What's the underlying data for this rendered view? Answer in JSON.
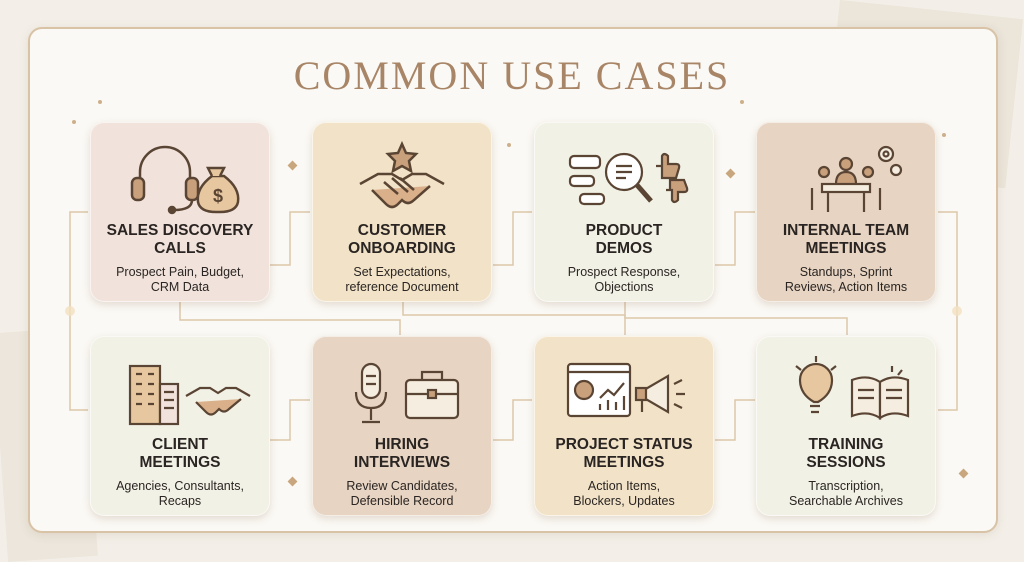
{
  "title": "COMMON USE CASES",
  "colors": {
    "accent": "#a88566",
    "border": "#d9c3a6",
    "card_pink": "#f1e3dc",
    "card_tan": "#f2e3c8",
    "card_cream": "#f2f1e6",
    "card_taupe": "#e7d4c2"
  },
  "cards": [
    {
      "title": "SALES DISCOVERY\nCALLS",
      "desc": "Prospect Pain, Budget,\nCRM Data",
      "icons": [
        "headset-icon",
        "money-bag-icon"
      ]
    },
    {
      "title": "CUSTOMER\nONBOARDING",
      "desc": "Set Expectations,\nreference Document",
      "icons": [
        "handshake-icon",
        "star-icon"
      ]
    },
    {
      "title": "PRODUCT\nDEMOS",
      "desc": "Prospect Response,\nObjections",
      "icons": [
        "magnifier-icon",
        "chat-bubbles-icon",
        "thumbs-up-icon",
        "thumbs-down-icon"
      ]
    },
    {
      "title": "INTERNAL TEAM\nMEETINGS",
      "desc": "Standups, Sprint\nReviews, Action Items",
      "icons": [
        "team-table-icon",
        "gears-icon"
      ]
    },
    {
      "title": "CLIENT\nMEETINGS",
      "desc": "Agencies, Consultants,\nRecaps",
      "icons": [
        "office-building-icon",
        "handshake-icon"
      ]
    },
    {
      "title": "HIRING\nINTERVIEWS",
      "desc": "Review Candidates,\nDefensible Record",
      "icons": [
        "microphone-icon",
        "briefcase-icon"
      ]
    },
    {
      "title": "PROJECT STATUS\nMEETINGS",
      "desc": "Action Items,\nBlockers, Updates",
      "icons": [
        "dashboard-icon",
        "megaphone-icon"
      ]
    },
    {
      "title": "TRAINING\nSESSIONS",
      "desc": "Transcription,\nSearchable Archives",
      "icons": [
        "lightbulb-icon",
        "open-book-icon"
      ]
    }
  ]
}
